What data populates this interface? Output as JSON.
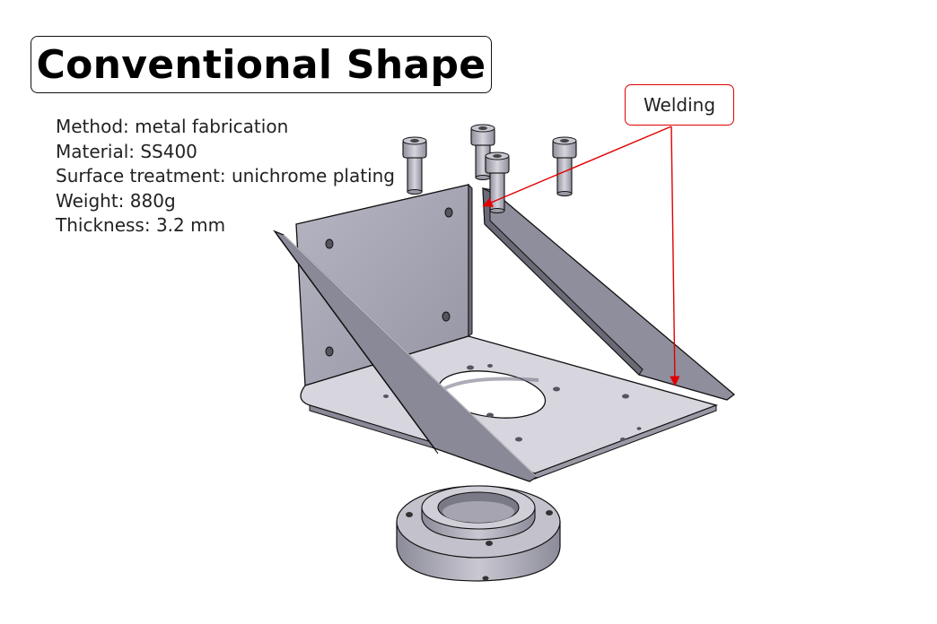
{
  "title": "Conventional Shape",
  "specs": {
    "method": "Method: metal fabrication",
    "material": "Material: SS400",
    "surface": "Surface treatment: unichrome plating",
    "weight": "Weight: 880g",
    "thickness": "Thickness: 3.2 mm"
  },
  "callout": {
    "label": "Welding",
    "color": "#e00000"
  },
  "colors": {
    "metal_face": "#a9a8b5",
    "metal_dark": "#7c7b89",
    "metal_light": "#d2d1da",
    "outline": "#111111"
  }
}
